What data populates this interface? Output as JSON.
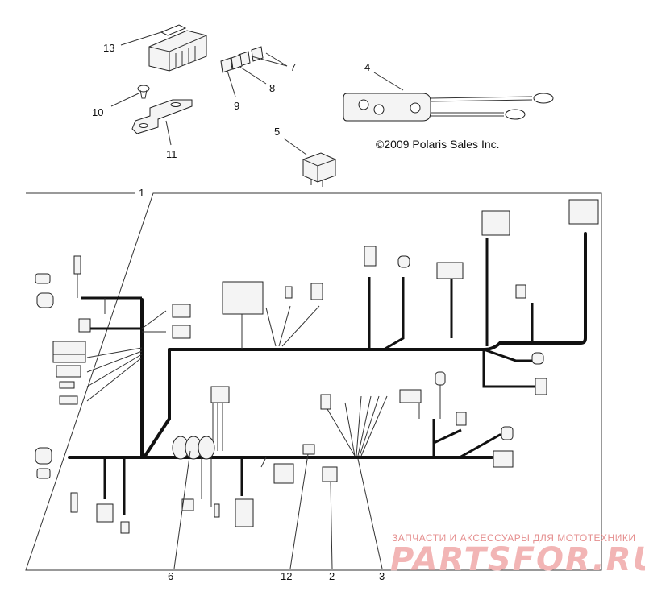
{
  "copyright": "©2009 Polaris Sales Inc.",
  "watermark": {
    "tagline": "ЗАПЧАСТИ И АКСЕССУАРЫ ДЛЯ МОТОТЕХНИКИ",
    "brand": "PARTSFOR.RU"
  },
  "callouts": {
    "c1": "1",
    "c2": "2",
    "c3": "3",
    "c4": "4",
    "c5": "5",
    "c6": "6",
    "c7": "7",
    "c8": "8",
    "c9": "9",
    "c10": "10",
    "c11": "11",
    "c12": "12",
    "c13": "13"
  }
}
